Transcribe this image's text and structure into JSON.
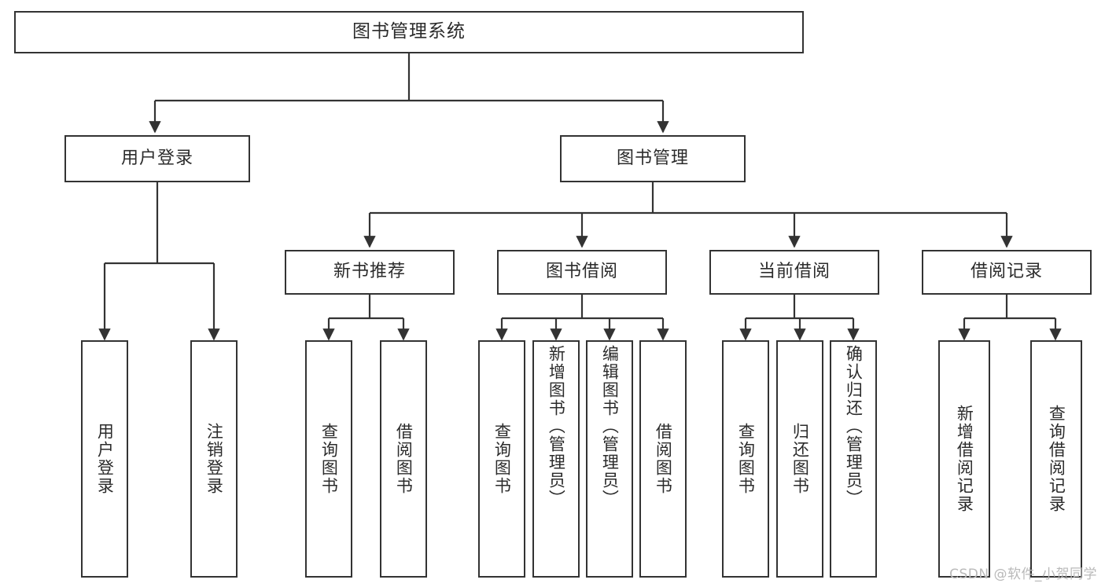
{
  "diagram": {
    "type": "tree-hierarchy",
    "title": "图书管理系统",
    "orientation": "top-down",
    "watermark": "CSDN @软件_小贺同学",
    "colors": {
      "stroke": "#333333",
      "fill": "#ffffff",
      "text": "#2b2b2b",
      "watermark": "#b9b9b9"
    },
    "levels": {
      "root": {
        "label": "图书管理系统"
      },
      "level1": [
        {
          "label": "用户登录"
        },
        {
          "label": "图书管理"
        }
      ],
      "level2": [
        {
          "label": "新书推荐"
        },
        {
          "label": "图书借阅"
        },
        {
          "label": "当前借阅"
        },
        {
          "label": "借阅记录"
        }
      ],
      "leaves": {
        "user_login": [
          {
            "label": "用户登录"
          },
          {
            "label": "注销登录"
          }
        ],
        "new_book_recommend": [
          {
            "label": "查询图书"
          },
          {
            "label": "借阅图书"
          }
        ],
        "book_borrow": [
          {
            "label": "查询图书"
          },
          {
            "label": "新增图书（管理员）"
          },
          {
            "label": "编辑图书（管理员）"
          },
          {
            "label": "借阅图书"
          }
        ],
        "current_borrow": [
          {
            "label": "查询图书"
          },
          {
            "label": "归还图书"
          },
          {
            "label": "确认归还（管理员）"
          }
        ],
        "borrow_records": [
          {
            "label": "新增借阅记录"
          },
          {
            "label": "查询借阅记录"
          }
        ]
      }
    }
  }
}
